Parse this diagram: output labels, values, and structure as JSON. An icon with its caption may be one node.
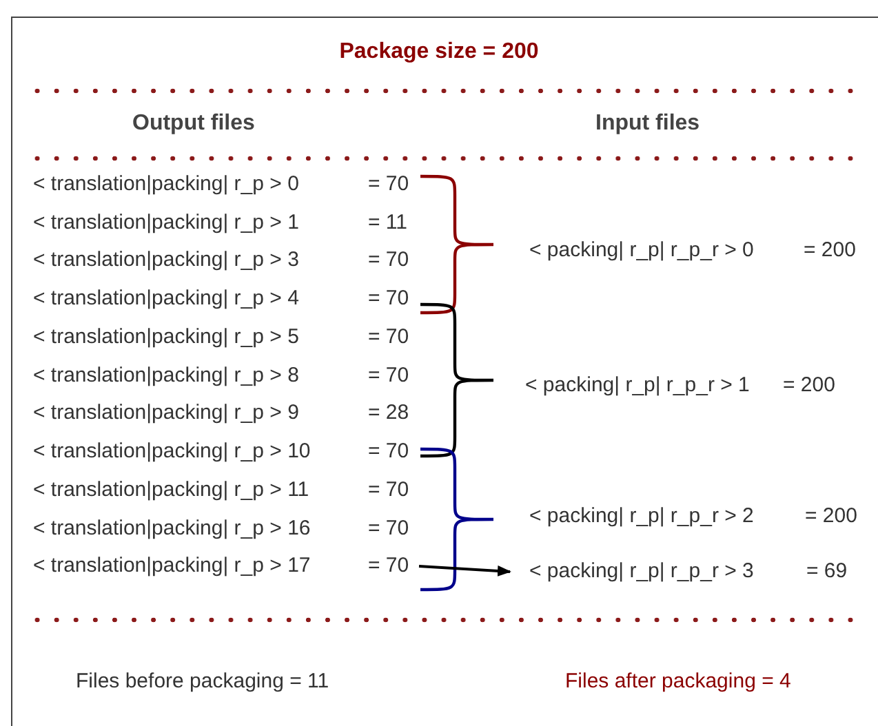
{
  "diagram": {
    "title": "Package size = 200",
    "nodes": [
      {
        "text": [
          "< translation|packing| r_p > 0",
          "= 70"
        ]
      },
      {
        "text": [
          "< translation|packing| r_p > 1",
          "= 11"
        ]
      },
      {
        "text": [
          "< translation|packing| r_p > 3",
          "= 70"
        ]
      },
      {
        "text": [
          "< translation|packing| r_p > 4",
          "= 70"
        ]
      },
      {
        "text": [
          "< translation|packing| r_p > 5",
          "= 70"
        ]
      },
      {
        "text": [
          "< translation|packing| r_p > 8",
          "= 70"
        ]
      },
      {
        "text": [
          "< translation|packing| r_p > 9",
          "= 28"
        ]
      },
      {
        "text": [
          "< translation|packing| r_p > 10",
          "= 70"
        ]
      },
      {
        "text": [
          "< translation|packing| r_p > 11",
          "= 70"
        ]
      },
      {
        "text": [
          "< translation|packing| r_p > 16",
          "= 70"
        ]
      },
      {
        "text": [
          "< translation|packing| r_p > 17",
          "= 70"
        ]
      },
      {
        "text": [
          "< packing| r_p| r_p_r > 0",
          "= 200"
        ]
      },
      {
        "text": [
          "< packing| r_p| r_p_r > 1",
          "= 200"
        ]
      },
      {
        "text": [
          "< packing| r_p| r_p_r > 2",
          "= 200"
        ]
      },
      {
        "text": [
          "< packing| r_p| r_p_r > 3",
          "= 69"
        ]
      }
    ],
    "edges": [
      {
        "from": 10,
        "to": 14,
        "arrow": "to"
      }
    ],
    "labels": [
      "Output files",
      "Input files",
      "Files before packaging = 11",
      "Files after packaging = 4"
    ]
  }
}
